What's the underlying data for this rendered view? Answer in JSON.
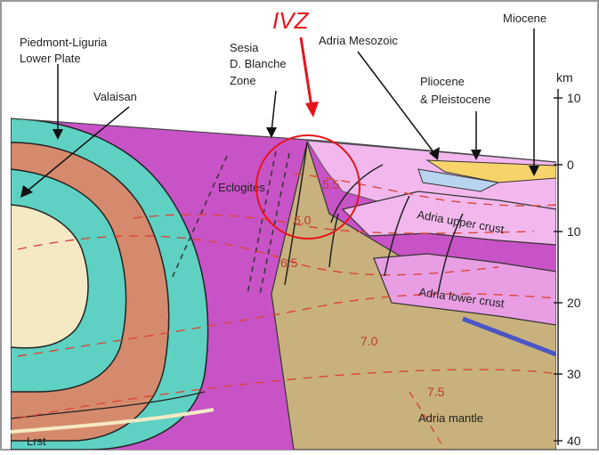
{
  "annotation": {
    "title": "IVZ",
    "color": "#e8141b"
  },
  "labels": {
    "piedmont_line1": "Piedmont-Liguria",
    "piedmont_line2": "Lower Plate",
    "valaisan": "Valaisan",
    "sesia_line1": "Sesia",
    "sesia_line2": "D. Blanche",
    "sesia_line3": "Zone",
    "adria_mesozoic": "Adria Mesozoic",
    "miocene": "Miocene",
    "pliocene_line1": "Pliocene",
    "pliocene_line2": "& Pleistocene",
    "eclogites": "Eclogites",
    "adria_upper_crust": "Adria upper crust",
    "adria_lower_crust": "Adria lower crust",
    "adria_mantle": "Adria mantle",
    "bottom_left": "Lrst"
  },
  "isotherms": [
    "5.5",
    "6.0",
    "6.5",
    "7.0",
    "7.5"
  ],
  "depth_axis": {
    "unit": "km",
    "ticks": [
      "10",
      "0",
      "10",
      "20",
      "30",
      "40"
    ]
  },
  "colors": {
    "magenta": "#c853c6",
    "light_pink": "#f2b8ee",
    "pink_mid": "#e99ee4",
    "cyan": "#5ed1c2",
    "salmon": "#d68a6d",
    "cream": "#f5e9c4",
    "olive": "#c8b17c",
    "yellow": "#f6d46a",
    "blue_band": "#4a55c8",
    "isotherm_red": "#d9463a"
  }
}
